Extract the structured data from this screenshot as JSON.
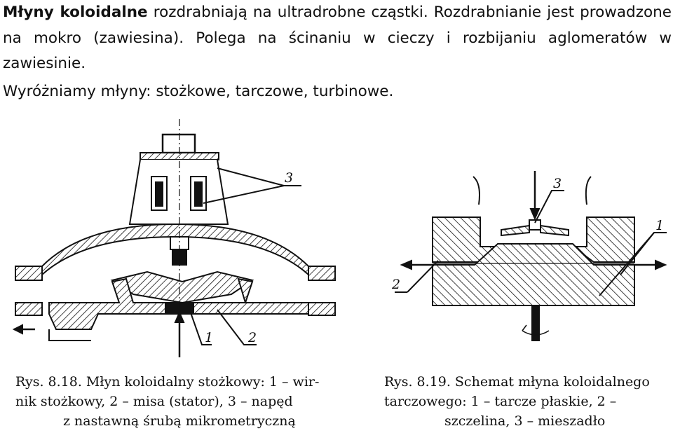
{
  "intro": {
    "bold_term": "Młyny koloidalne",
    "rest": " rozdrabniają na ultradrobne cząstki. Rozdrabnianie jest prowadzone na mokro (zawiesina). Polega na ścinaniu w cieczy i rozbijaniu aglomeratów w zawiesinie.",
    "types_line": "Wyróżniamy młyny: stożkowe, tarczowe, turbinowe."
  },
  "figure_818": {
    "labels": {
      "one": "1",
      "two": "2",
      "three": "3"
    },
    "caption_lines": [
      "Rys. 8.18. Młyn koloidalny stożkowy: 1 – wir-",
      "nik stożkowy, 2 – misa (stator), 3 – napęd",
      "z nastawną śrubą mikrometryczną"
    ]
  },
  "figure_819": {
    "labels": {
      "one": "1",
      "two": "2",
      "three": "3"
    },
    "caption_lines": [
      "Rys. 8.19. Schemat młyna koloidalnego",
      "tarczowego: 1 – tarcze płaskie, 2 –",
      "szczelina, 3 – mieszadło"
    ]
  }
}
